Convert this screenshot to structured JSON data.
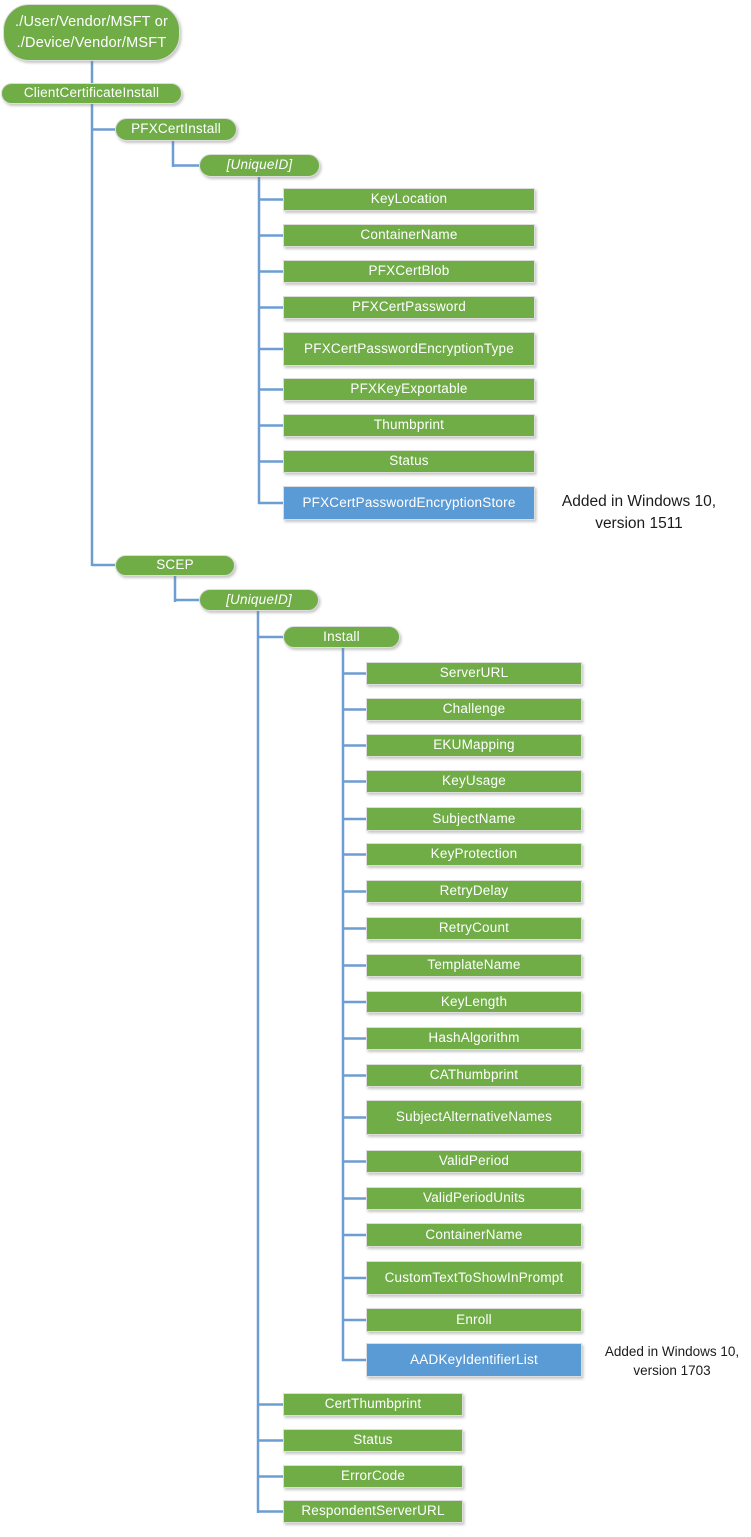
{
  "colors": {
    "node_green": "#70AD47",
    "node_blue": "#5B9BD5",
    "connector_blue": "#6C9DD3",
    "annotation_text": "#1b1b1b"
  },
  "nodes": [
    {
      "id": "root",
      "label": "./User/Vendor/MSFT or\n./Device/Vendor/MSFT",
      "shape": "pill",
      "variant": "green"
    },
    {
      "id": "client-certificate-install",
      "label": "ClientCertificateInstall",
      "shape": "pill",
      "variant": "green"
    },
    {
      "id": "pfx-cert-install",
      "label": "PFXCertInstall",
      "shape": "pill",
      "variant": "green"
    },
    {
      "id": "pfx-unique-id",
      "label": "[UniqueID]",
      "shape": "pill",
      "variant": "green",
      "italic": true
    },
    {
      "id": "key-location",
      "label": "KeyLocation",
      "shape": "rect",
      "variant": "green"
    },
    {
      "id": "container-name",
      "label": "ContainerName",
      "shape": "rect",
      "variant": "green"
    },
    {
      "id": "pfx-cert-blob",
      "label": "PFXCertBlob",
      "shape": "rect",
      "variant": "green"
    },
    {
      "id": "pfx-cert-password",
      "label": "PFXCertPassword",
      "shape": "rect",
      "variant": "green"
    },
    {
      "id": "pfx-cert-password-encryption-type",
      "label": "PFXCertPasswordEncryptionType",
      "shape": "rect",
      "variant": "green"
    },
    {
      "id": "pfx-key-exportable",
      "label": "PFXKeyExportable",
      "shape": "rect",
      "variant": "green"
    },
    {
      "id": "thumbprint",
      "label": "Thumbprint",
      "shape": "rect",
      "variant": "green"
    },
    {
      "id": "status",
      "label": "Status",
      "shape": "rect",
      "variant": "green"
    },
    {
      "id": "pfx-cert-password-encryption-store",
      "label": "PFXCertPasswordEncryptionStore",
      "shape": "rect",
      "variant": "blue"
    },
    {
      "id": "scep",
      "label": "SCEP",
      "shape": "pill",
      "variant": "green"
    },
    {
      "id": "scep-unique-id",
      "label": "[UniqueID]",
      "shape": "pill",
      "variant": "green",
      "italic": true
    },
    {
      "id": "install",
      "label": "Install",
      "shape": "pill",
      "variant": "green"
    },
    {
      "id": "server-url",
      "label": "ServerURL",
      "shape": "rect",
      "variant": "green"
    },
    {
      "id": "challenge",
      "label": "Challenge",
      "shape": "rect",
      "variant": "green"
    },
    {
      "id": "eku-mapping",
      "label": "EKUMapping",
      "shape": "rect",
      "variant": "green"
    },
    {
      "id": "key-usage",
      "label": "KeyUsage",
      "shape": "rect",
      "variant": "green"
    },
    {
      "id": "subject-name",
      "label": "SubjectName",
      "shape": "rect",
      "variant": "green"
    },
    {
      "id": "key-protection",
      "label": "KeyProtection",
      "shape": "rect",
      "variant": "green"
    },
    {
      "id": "retry-delay",
      "label": "RetryDelay",
      "shape": "rect",
      "variant": "green"
    },
    {
      "id": "retry-count",
      "label": "RetryCount",
      "shape": "rect",
      "variant": "green"
    },
    {
      "id": "template-name",
      "label": "TemplateName",
      "shape": "rect",
      "variant": "green"
    },
    {
      "id": "key-length",
      "label": "KeyLength",
      "shape": "rect",
      "variant": "green"
    },
    {
      "id": "hash-algorithm",
      "label": "HashAlgorithm",
      "shape": "rect",
      "variant": "green"
    },
    {
      "id": "ca-thumbprint",
      "label": "CAThumbprint",
      "shape": "rect",
      "variant": "green"
    },
    {
      "id": "subject-alternative-names",
      "label": "SubjectAlternativeNames",
      "shape": "rect",
      "variant": "green"
    },
    {
      "id": "valid-period",
      "label": "ValidPeriod",
      "shape": "rect",
      "variant": "green"
    },
    {
      "id": "valid-period-units",
      "label": "ValidPeriodUnits",
      "shape": "rect",
      "variant": "green"
    },
    {
      "id": "container-name-2",
      "label": "ContainerName",
      "shape": "rect",
      "variant": "green"
    },
    {
      "id": "custom-text-to-show-in-prompt",
      "label": "CustomTextToShowInPrompt",
      "shape": "rect",
      "variant": "green"
    },
    {
      "id": "enroll",
      "label": "Enroll",
      "shape": "rect",
      "variant": "green"
    },
    {
      "id": "aad-key-identifier-list",
      "label": "AADKeyIdentifierList",
      "shape": "rect",
      "variant": "blue"
    },
    {
      "id": "cert-thumbprint",
      "label": "CertThumbprint",
      "shape": "rect",
      "variant": "green"
    },
    {
      "id": "status-2",
      "label": "Status",
      "shape": "rect",
      "variant": "green"
    },
    {
      "id": "error-code",
      "label": "ErrorCode",
      "shape": "rect",
      "variant": "green"
    },
    {
      "id": "respondent-server-url",
      "label": "RespondentServerURL",
      "shape": "rect",
      "variant": "green"
    }
  ],
  "annotations": [
    {
      "line1": "Added in Windows 10,",
      "line2": "version 1511"
    },
    {
      "line1": "Added in Windows 10,",
      "line2": "version 1703"
    }
  ]
}
